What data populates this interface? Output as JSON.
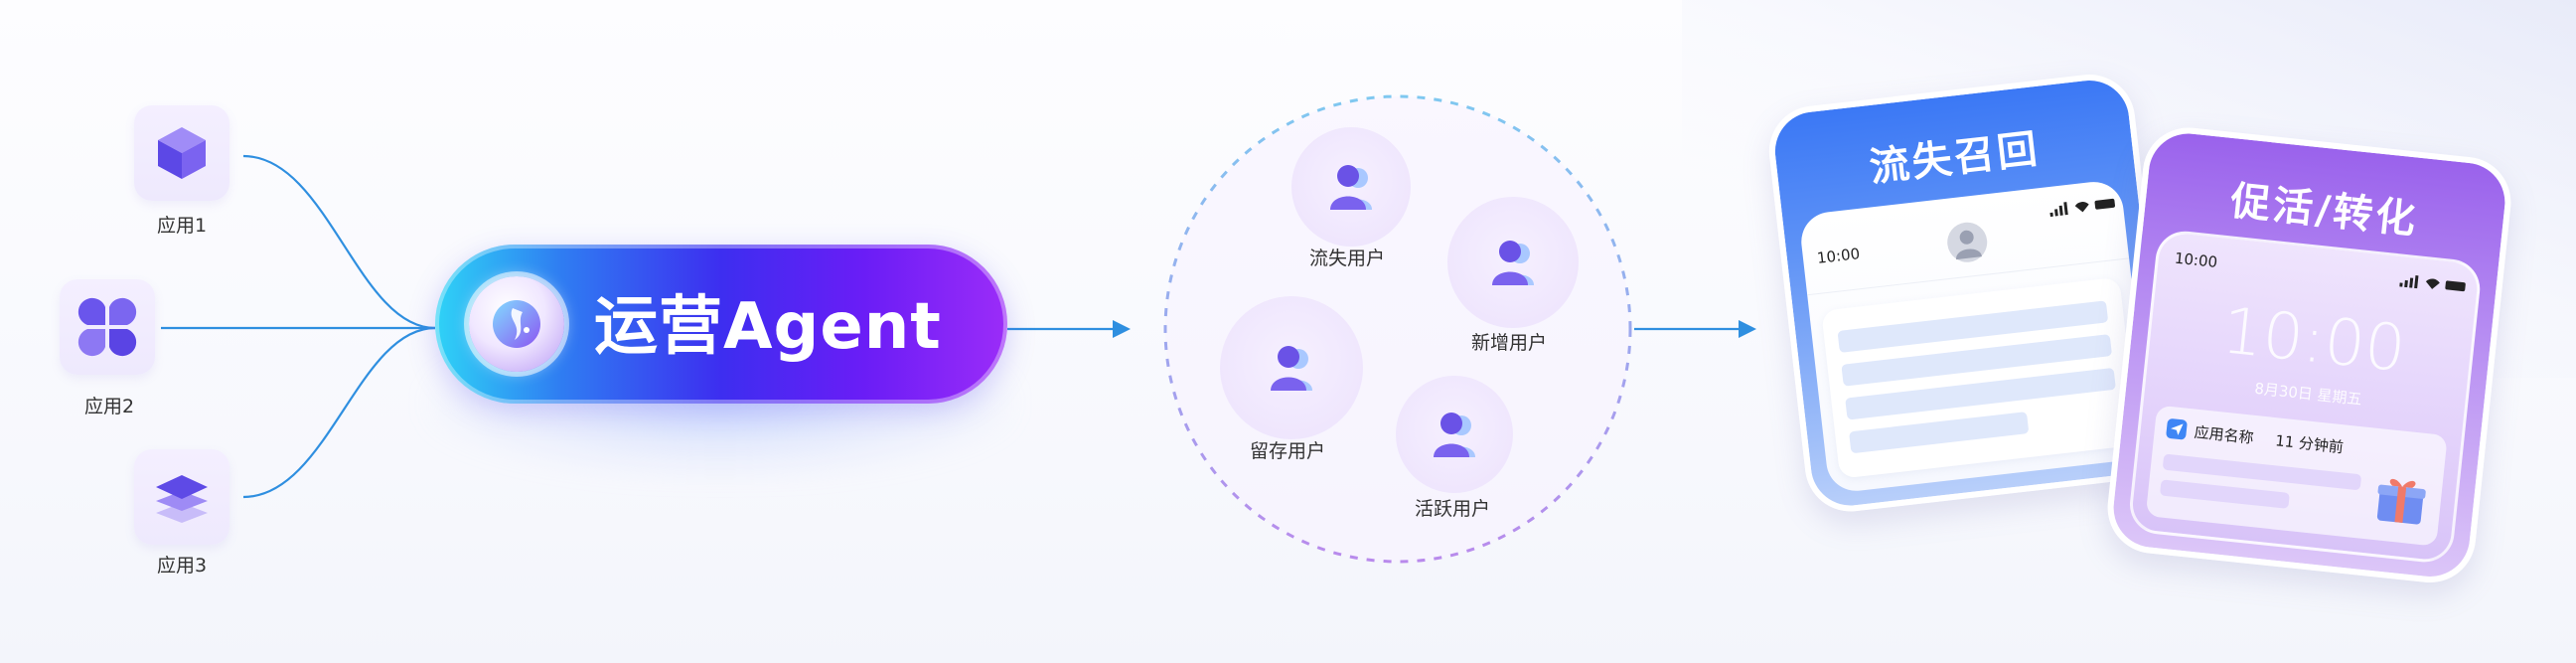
{
  "apps": [
    {
      "label": "应用1",
      "icon": "cube-icon"
    },
    {
      "label": "应用2",
      "icon": "petals-icon"
    },
    {
      "label": "应用3",
      "icon": "layers-icon"
    }
  ],
  "agent": {
    "title": "运营Agent",
    "icon": "spark-orb-icon"
  },
  "users": [
    {
      "label": "流失用户"
    },
    {
      "label": "新增用户"
    },
    {
      "label": "留存用户"
    },
    {
      "label": "活跃用户"
    }
  ],
  "recall_card": {
    "title": "流失召回",
    "status_time": "10:00"
  },
  "promo_card": {
    "title": "促活/转化",
    "status_time": "10:00",
    "clock": "10:00",
    "date": "8月30日 星期五",
    "notification": {
      "app_name": "应用名称",
      "time": "11 分钟前"
    }
  },
  "colors": {
    "line_blue": "#2f8fe0",
    "pill_start": "#2fd3f6",
    "pill_mid": "#3d2ef0",
    "pill_end": "#9b2cf8",
    "recall_blue": "#3d7cf6",
    "promo_purple": "#9a68ec",
    "dash_ring_top": "#7fc8f0",
    "dash_ring_bottom": "#b98aec"
  }
}
